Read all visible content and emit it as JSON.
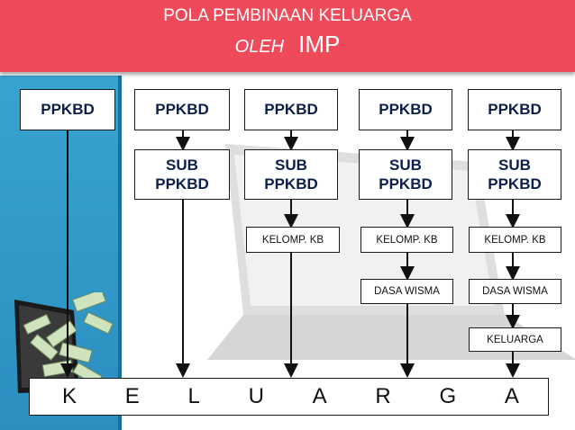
{
  "header": {
    "title": "POLA PEMBINAAN KELUARGA",
    "oleh": "OLEH",
    "imp": "IMP"
  },
  "colors": {
    "header_bg": "#ef4a5a",
    "panel_blue": "#2b8fc0",
    "box_text": "#0b1f4a"
  },
  "columns": [
    {
      "top": "PPKBD"
    },
    {
      "top": "PPKBD",
      "sub": [
        "SUB",
        "PPKBD"
      ]
    },
    {
      "top": "PPKBD",
      "sub": [
        "SUB",
        "PPKBD"
      ],
      "kelomp": "KELOMP. KB"
    },
    {
      "top": "PPKBD",
      "sub": [
        "SUB",
        "PPKBD"
      ],
      "kelomp": "KELOMP. KB",
      "dasa": "DASA WISMA"
    },
    {
      "top": "PPKBD",
      "sub": [
        "SUB",
        "PPKBD"
      ],
      "kelomp": "KELOMP. KB",
      "dasa": "DASA WISMA",
      "keluarga": "KELUARGA"
    }
  ],
  "bottom_letters": [
    "K",
    "E",
    "L",
    "U",
    "A",
    "R",
    "G",
    "A"
  ],
  "decorations": {
    "background": "laptop-icon",
    "left_panel": "laptop-money-icon"
  }
}
